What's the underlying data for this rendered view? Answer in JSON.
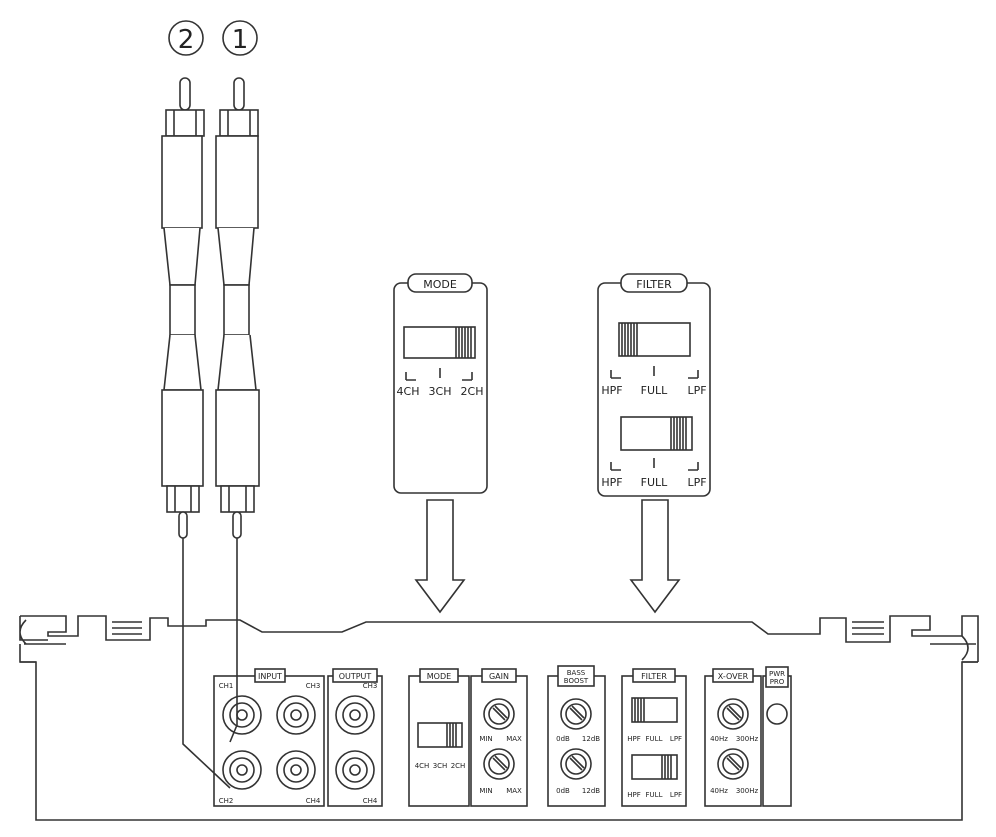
{
  "callouts": {
    "plug_2": "2",
    "plug_1": "1"
  },
  "mode_detail": {
    "title": "MODE",
    "positions": [
      "4CH",
      "3CH",
      "2CH"
    ]
  },
  "filter_detail": {
    "title": "FILTER",
    "positions": [
      "HPF",
      "FULL",
      "LPF"
    ]
  },
  "panel": {
    "input": {
      "label": "INPUT",
      "channels": {
        "ch1": "CH1",
        "ch2": "CH2",
        "ch3": "CH3",
        "ch4": "CH4"
      }
    },
    "output": {
      "label": "OUTPUT",
      "channels": {
        "ch3": "CH3",
        "ch4": "CH4"
      }
    },
    "mode": {
      "label": "MODE",
      "positions": [
        "4CH",
        "3CH",
        "2CH"
      ]
    },
    "gain": {
      "label": "GAIN",
      "min": "MIN",
      "max": "MAX"
    },
    "bass_boost": {
      "label_line1": "BASS",
      "label_line2": "BOOST",
      "min": "0dB",
      "max": "12dB"
    },
    "filter": {
      "label": "FILTER",
      "positions": [
        "HPF",
        "FULL",
        "LPF"
      ]
    },
    "xover": {
      "label": "X-OVER",
      "min": "40Hz",
      "max": "300Hz"
    },
    "pwr_pro": {
      "label_line1": "PWR",
      "label_line2": "PRO"
    }
  }
}
